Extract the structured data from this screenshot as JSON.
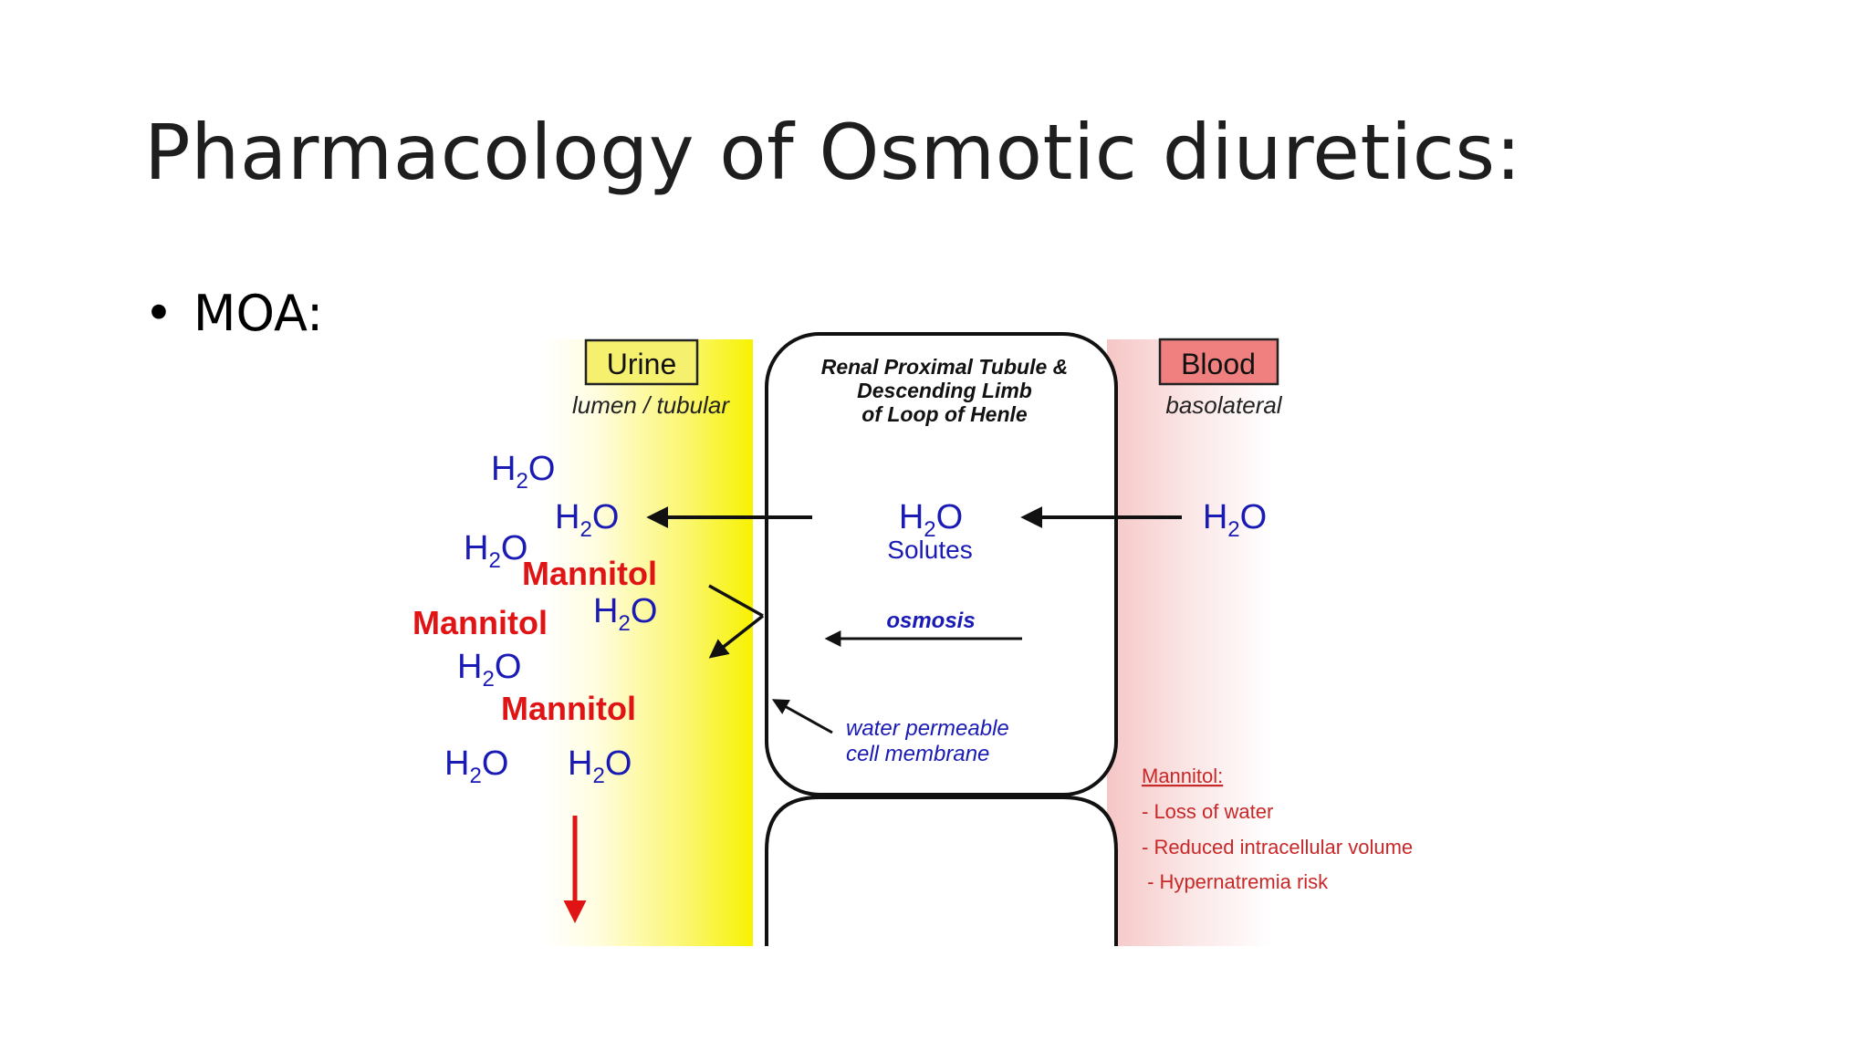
{
  "slide": {
    "title": "Pharmacology of Osmotic diuretics:",
    "bullet": "MOA:",
    "bullet_glyph": "•"
  },
  "diagram": {
    "urine_label": "Urine",
    "urine_sublabel": "lumen / tubular",
    "blood_label": "Blood",
    "blood_sublabel": "basolateral",
    "cell_title": [
      "Renal Proximal Tubule &",
      "Descending Limb",
      "of Loop of Henle"
    ],
    "h2o": "H",
    "h2o_sub": "2",
    "h2o_tail": "O",
    "solutes": "Solutes",
    "osmosis": "osmosis",
    "membrane_note": [
      "water permeable",
      "cell membrane"
    ],
    "mannitol": "Mannitol",
    "effects_title": "Mannitol:",
    "effects": [
      "- Loss of water",
      "- Reduced intracellular volume",
      " - Hypernatremia risk"
    ],
    "colors": {
      "urine_box": "#f5f06e",
      "blood_box": "#f08080",
      "h2o": "#1a1ab4",
      "mannitol": "#e01414",
      "effects": "#c82828",
      "yellow_band": "#f7f200"
    }
  }
}
